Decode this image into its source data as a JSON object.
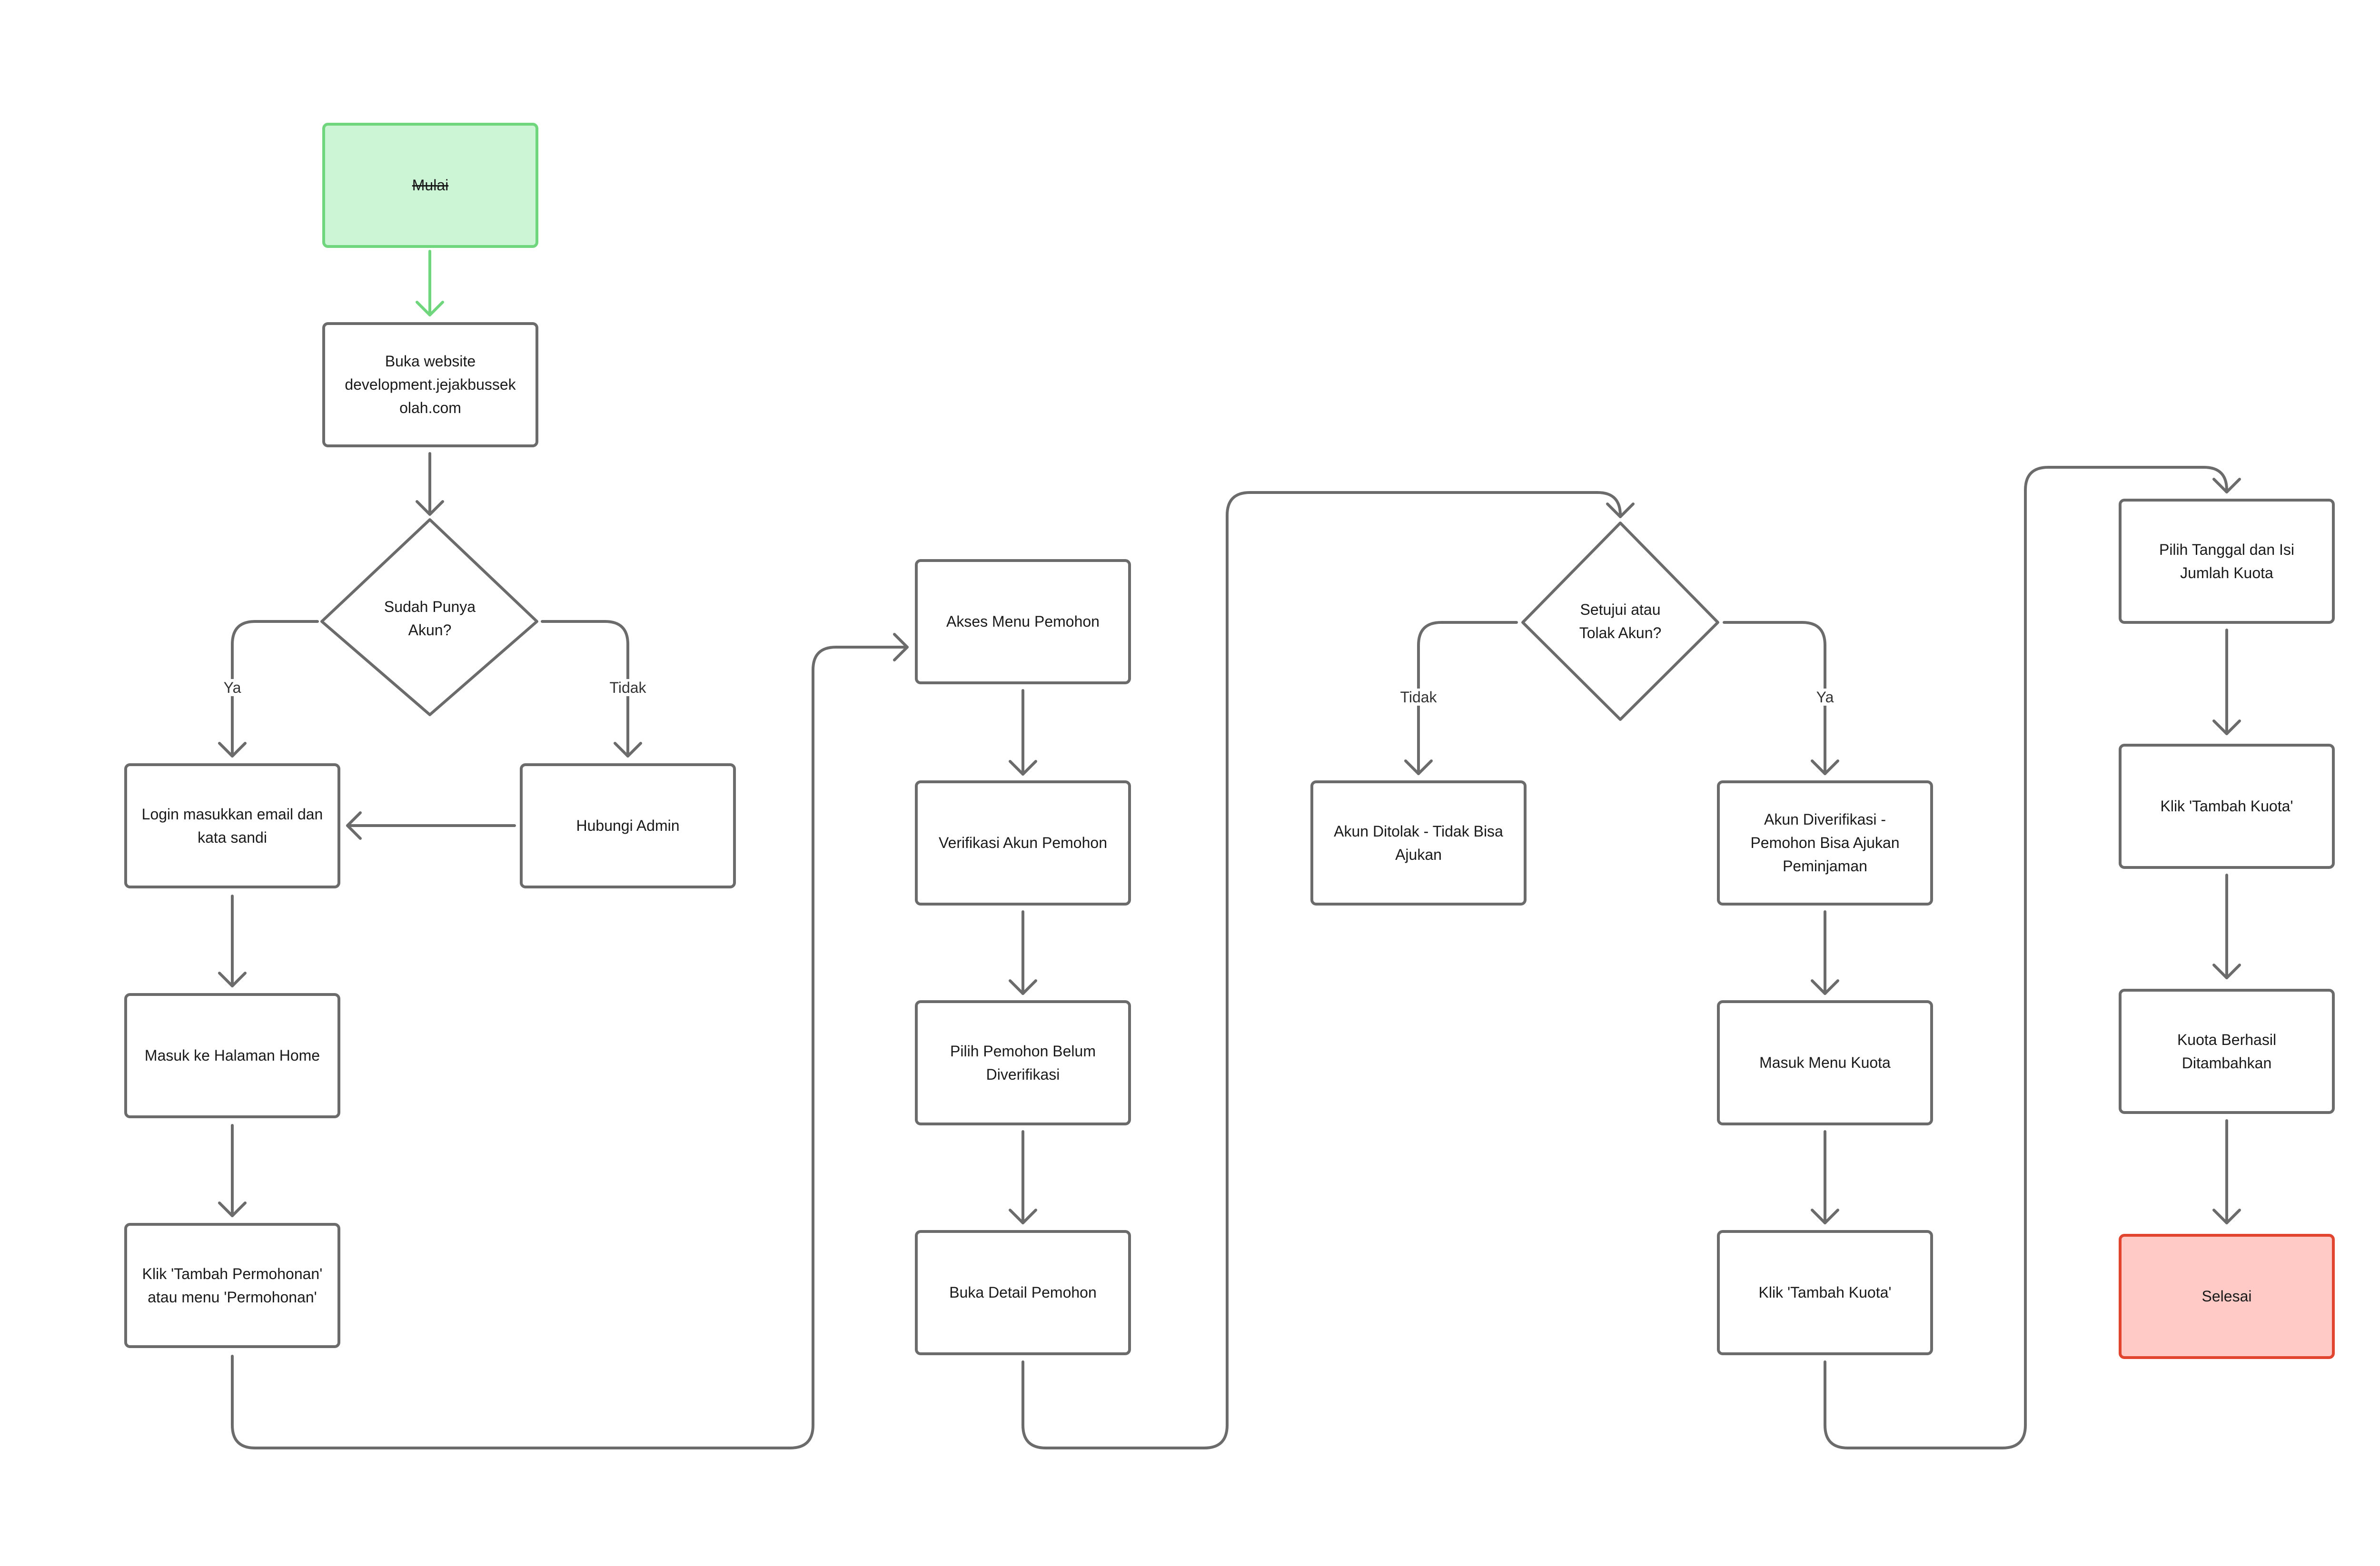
{
  "flowchart": {
    "colors": {
      "stroke": "#6b6b6b",
      "start_fill": "#ccf5d6",
      "start_stroke": "#6fd67e",
      "end_fill": "#ffc9c5",
      "end_stroke": "#e2452f"
    },
    "nodes": {
      "mulai": "Mulai",
      "buka_website": "Buka website development.jejakbussek olah.com",
      "sudah_punya_akun": "Sudah Punya Akun?",
      "login": "Login masukkan email dan kata sandi",
      "hubungi_admin": "Hubungi Admin",
      "masuk_home": "Masuk ke Halaman Home",
      "klik_tambah_permohonan": "Klik 'Tambah Permohonan' atau menu 'Permohonan'",
      "akses_menu_pemohon": "Akses Menu Pemohon",
      "verifikasi_akun_pemohon": "Verifikasi Akun Pemohon",
      "pilih_pemohon": "Pilih Pemohon Belum Diverifikasi",
      "buka_detail_pemohon": "Buka Detail Pemohon",
      "setujui_tolak": "Setujui atau Tolak Akun?",
      "akun_ditolak": "Akun Ditolak - Tidak Bisa Ajukan",
      "akun_diverifikasi": "Akun Diverifikasi - Pemohon Bisa Ajukan Peminjaman",
      "masuk_menu_kuota": "Masuk Menu Kuota",
      "klik_tambah_kuota_1": "Klik 'Tambah Kuota'",
      "pilih_tanggal": "Pilih Tanggal dan Isi Jumlah Kuota",
      "klik_tambah_kuota_2": "Klik 'Tambah Kuota'",
      "kuota_berhasil": "Kuota Berhasil Ditambahkan",
      "selesai": "Selesai"
    },
    "edge_labels": {
      "ya_1": "Ya",
      "tidak_1": "Tidak",
      "tidak_2": "Tidak",
      "ya_2": "Ya"
    }
  }
}
